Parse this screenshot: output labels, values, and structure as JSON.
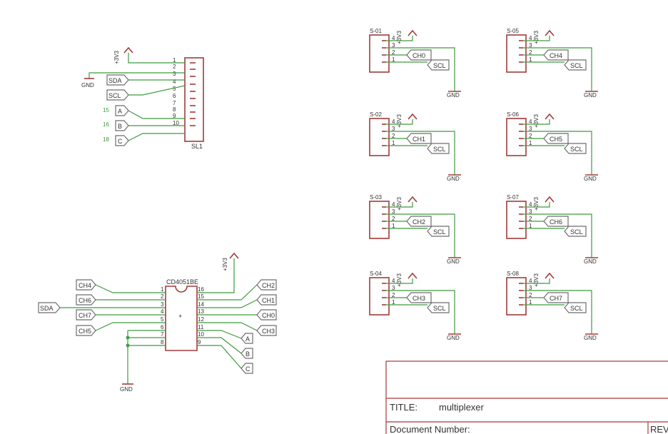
{
  "sl1": {
    "name": "SL1",
    "pins": [
      "1",
      "2",
      "3",
      "4",
      "5",
      "6",
      "7",
      "8",
      "9",
      "10"
    ]
  },
  "power": {
    "v3": "+3V3",
    "gnd": "GND"
  },
  "labels": {
    "sda": "SDA",
    "scl": "SCL",
    "a": "A",
    "b": "B",
    "c": "C",
    "ch0": "CH0",
    "ch1": "CH1",
    "ch2": "CH2",
    "ch3": "CH3",
    "ch4": "CH4",
    "ch5": "CH5",
    "ch6": "CH6",
    "ch7": "CH7"
  },
  "sl1_side_numbers": [
    "15",
    "16",
    "18"
  ],
  "ic": {
    "name": "CD4051BE",
    "plus": "+",
    "left_pins": [
      "1",
      "2",
      "3",
      "4",
      "5",
      "6",
      "7",
      "8"
    ],
    "right_pins": [
      "16",
      "15",
      "14",
      "13",
      "12",
      "11",
      "10",
      "9"
    ]
  },
  "sensors": [
    {
      "name": "S-01",
      "ch": "CH0"
    },
    {
      "name": "S-02",
      "ch": "CH1"
    },
    {
      "name": "S-03",
      "ch": "CH2"
    },
    {
      "name": "S-04",
      "ch": "CH3"
    },
    {
      "name": "S-05",
      "ch": "CH4"
    },
    {
      "name": "S-06",
      "ch": "CH5"
    },
    {
      "name": "S-07",
      "ch": "CH6"
    },
    {
      "name": "S-08",
      "ch": "CH7"
    }
  ],
  "sensor_pins": [
    "4",
    "3",
    "2",
    "1"
  ],
  "title_block": {
    "title_label": "TITLE:",
    "title_value": "multiplexer",
    "doc_label": "Document Number:",
    "rev_label": "REV:"
  },
  "colors": {
    "wire": "#3f9a3f",
    "part": "#a23b3b",
    "label_outline": "#6e6e6e",
    "text": "#333333"
  }
}
